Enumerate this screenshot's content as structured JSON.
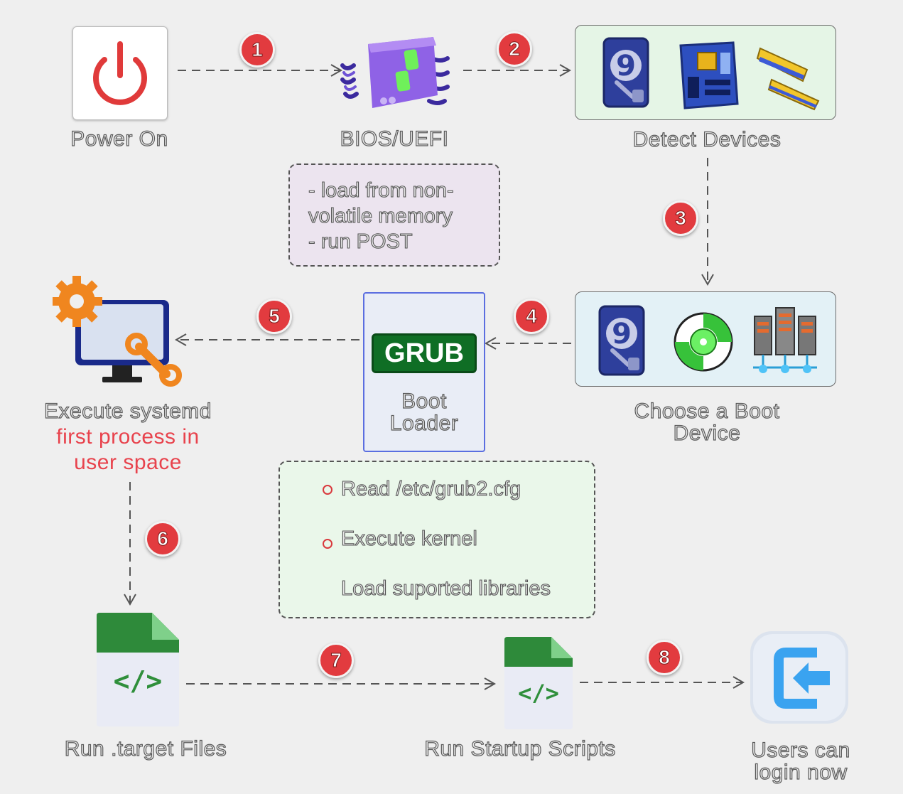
{
  "steps": {
    "power_on": "Power On",
    "bios": "BIOS/UEFI",
    "detect": "Detect Devices",
    "choose": [
      "Choose a Boot",
      "Device"
    ],
    "boot_loader": [
      "Boot",
      "Loader"
    ],
    "grub": "GRUB",
    "systemd": [
      "Execute systemd"
    ],
    "systemd_red": [
      "first process in",
      "user space"
    ],
    "target": "Run .target Files",
    "startup": "Run Startup Scripts",
    "login": [
      "Users can",
      "login now"
    ]
  },
  "badges": [
    "1",
    "2",
    "3",
    "4",
    "5",
    "6",
    "7",
    "8"
  ],
  "bios_notes": [
    "- load from non-",
    "volatile memory",
    "- run POST"
  ],
  "grub_notes": [
    "Read /etc/grub2.cfg",
    "Execute kernel",
    "Load suported libraries"
  ],
  "code_glyph": "</>",
  "colors": {
    "badge": "#e23b3f",
    "power": "#e03a3a",
    "grub": "#0f6e25",
    "highlight_text": "#e8434d",
    "detect_box": "#e5f5e6",
    "choose_box": "#e3f1f6",
    "bios_note_bg": "#ece4ef",
    "grub_note_bg": "#eaf7ea"
  },
  "icons": [
    "power-icon",
    "chip-icon",
    "hard-drive-icon",
    "motherboard-icon",
    "ram-icon",
    "disc-icon",
    "server-network-icon",
    "monitor-gear-icon",
    "file-code-icon",
    "login-icon"
  ]
}
